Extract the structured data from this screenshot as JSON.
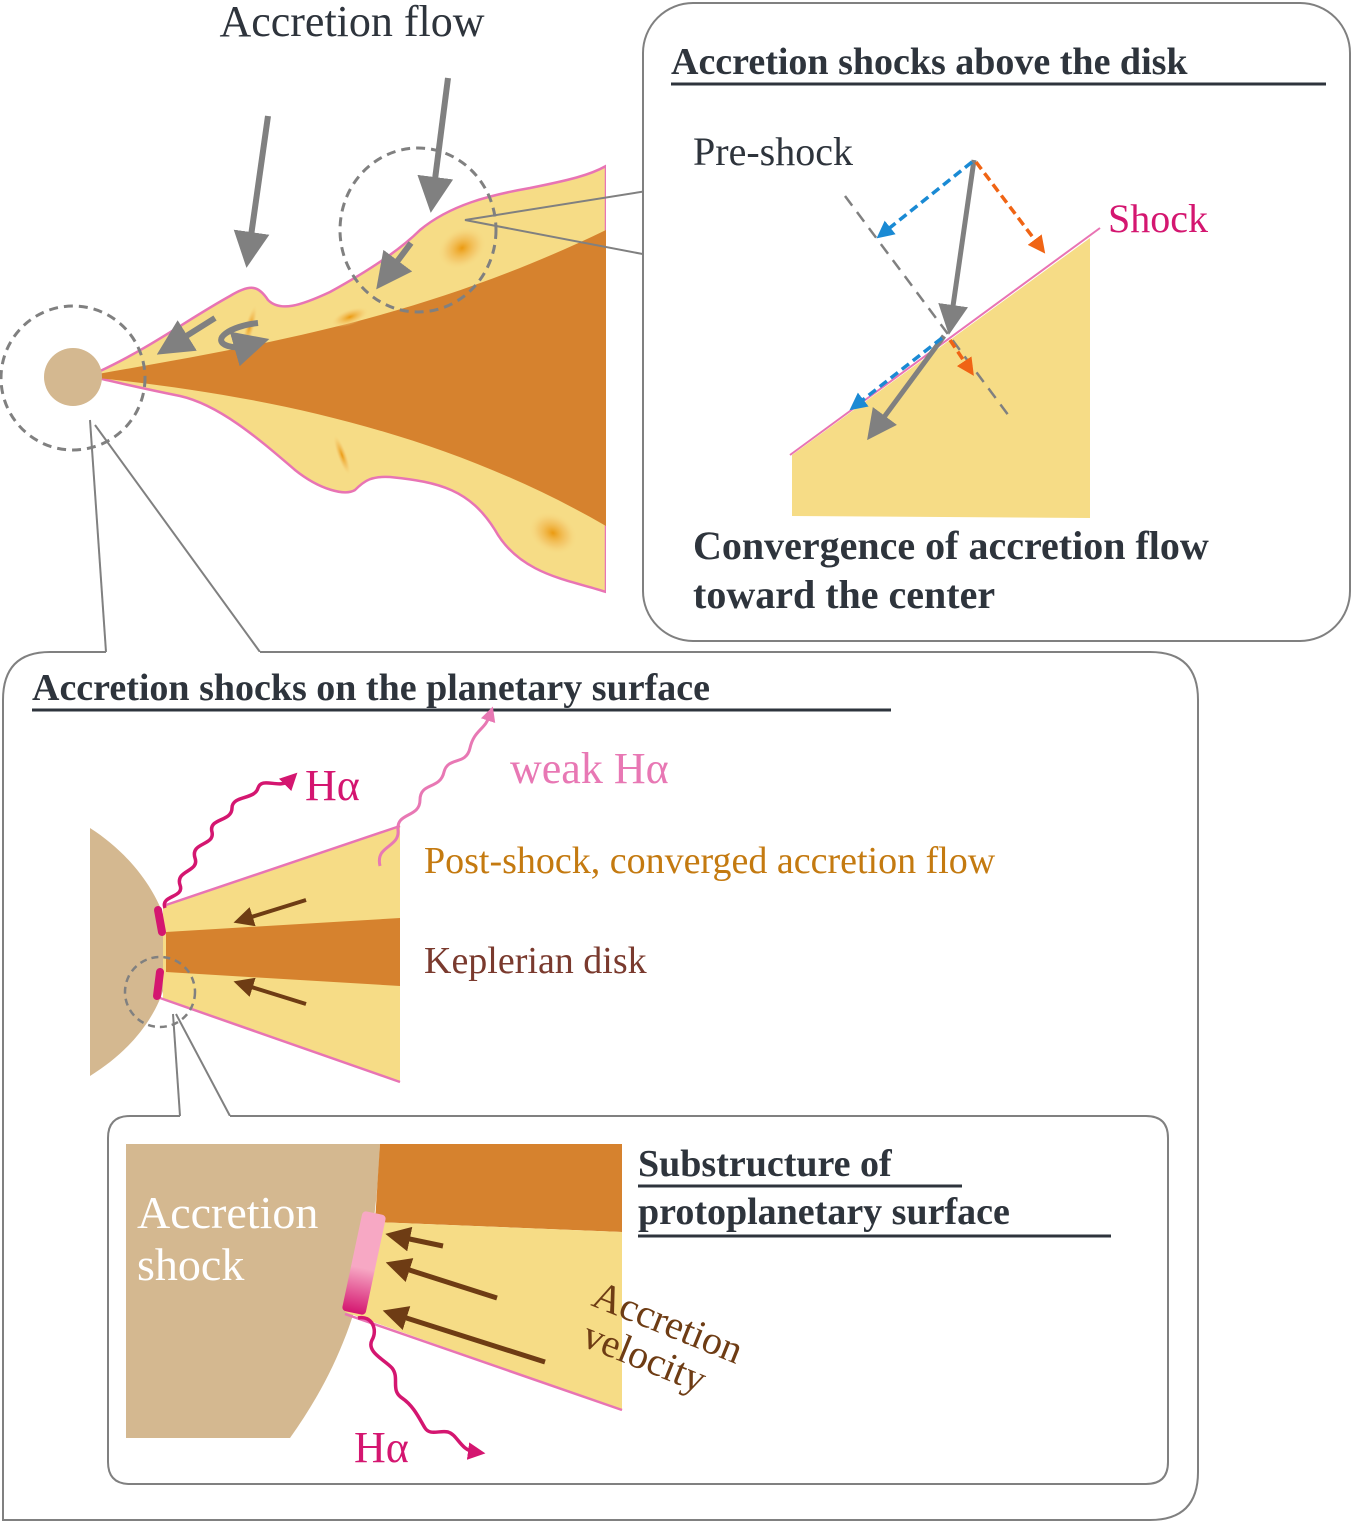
{
  "colors": {
    "disk_light": "#f6dc86",
    "disk_dark": "#d6822e",
    "planet": "#d4b890",
    "outline_pink": "#e874b4",
    "shock_magenta": "#d41670",
    "weak_pink": "#e878b4",
    "arrow_gray": "#808080",
    "arrow_brown": "#6e3c14",
    "blue_dashed": "#1a8ad4",
    "orange_dashed": "#f06414",
    "text_dark": "#2e343c",
    "text_orange": "#c47a10",
    "text_brown": "#7a3a2e",
    "panel_border": "#808080"
  },
  "top": {
    "accretion_flow_label": "Accretion flow"
  },
  "panel_above": {
    "title": "Accretion shocks above the disk",
    "pre_shock_label": "Pre-shock",
    "shock_label": "Shock",
    "caption_line1": "Convergence of accretion flow",
    "caption_line2": "toward the center"
  },
  "panel_surface": {
    "title": "Accretion shocks on the planetary surface",
    "halpha_label": "Hα",
    "weak_halpha_label": "weak Hα",
    "post_shock_label": "Post-shock, converged accretion flow",
    "keplerian_label": "Keplerian disk"
  },
  "panel_sub": {
    "title_line1": "Substructure of",
    "title_line2": "protoplanetary surface",
    "accretion_shock_line1": "Accretion",
    "accretion_shock_line2": "shock",
    "velocity_line1": "Accretion",
    "velocity_line2": "velocity",
    "halpha_label": "Hα"
  }
}
